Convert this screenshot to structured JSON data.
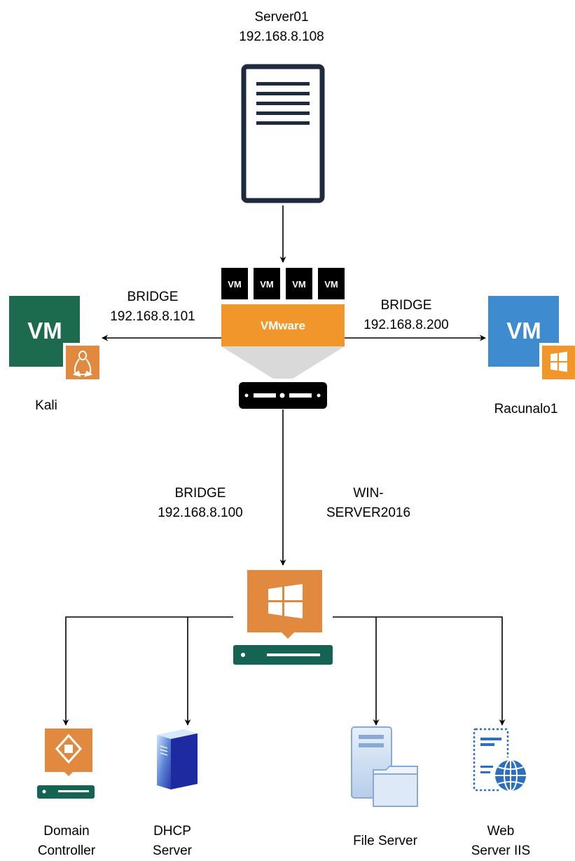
{
  "server01": {
    "name": "Server01",
    "ip": "192.168.8.108"
  },
  "hypervisor": {
    "label": "VMware",
    "vm_tag": "VM"
  },
  "links": {
    "kali": {
      "mode": "BRIDGE",
      "ip": "192.168.8.101"
    },
    "racunalo": {
      "mode": "BRIDGE",
      "ip": "192.168.8.200"
    },
    "winserver": {
      "mode": "BRIDGE",
      "ip": "192.168.8.100"
    }
  },
  "kali": {
    "name": "Kali",
    "badge": "VM"
  },
  "racunalo": {
    "name": "Racunalo1",
    "badge": "VM"
  },
  "winserver": {
    "line1": "WIN-",
    "line2": "SERVER2016"
  },
  "roles": [
    {
      "line1": "Domain",
      "line2": "Controller"
    },
    {
      "line1": "DHCP",
      "line2": "Server"
    },
    {
      "line1": "File Server",
      "line2": ""
    },
    {
      "line1": "Web",
      "line2": "Server IIS"
    }
  ],
  "colors": {
    "vmware_orange": "#f0962a",
    "windows_orange": "#e1893f",
    "vm_green": "#1c6b4e",
    "vm_blue": "#3f8bd0",
    "server_green": "#156352",
    "server_navy": "#1e2a3e"
  }
}
